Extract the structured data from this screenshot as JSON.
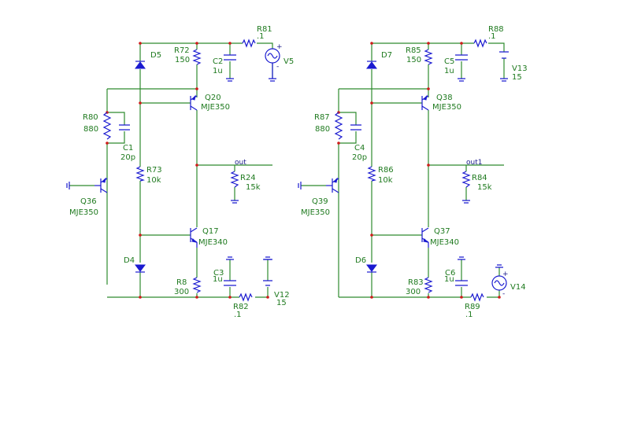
{
  "schematic": {
    "left": {
      "R81": "R81",
      "R81_val": ".1",
      "R72": "R72",
      "R72_val": "150",
      "D5": "D5",
      "C2": "C2",
      "C2_val": "1u",
      "V5": "V5",
      "Q20": "Q20",
      "Q20_val": "MJE350",
      "R80": "R80",
      "R80_val": "880",
      "C1": "C1",
      "C1_val": "20p",
      "R73": "R73",
      "R73_val": "10k",
      "out": "out",
      "R24": "R24",
      "R24_val": "15k",
      "Q36": "Q36",
      "Q36_val": "MJE350",
      "Q17": "Q17",
      "Q17_val": "MJE340",
      "D4": "D4",
      "C3": "C3",
      "C3_val": "1u",
      "R8": "R8",
      "R8_val": "300",
      "R82": "R82",
      "R82_val": ".1",
      "V12": "V12",
      "V12_val": "15"
    },
    "right": {
      "R88": "R88",
      "R88_val": ".1",
      "R85": "R85",
      "R85_val": "150",
      "D7": "D7",
      "C5": "C5",
      "C5_val": "1u",
      "V13": "V13",
      "V13_val": "15",
      "Q38": "Q38",
      "Q38_val": "MJE350",
      "R87": "R87",
      "R87_val": "880",
      "C4": "C4",
      "C4_val": "20p",
      "R86": "R86",
      "R86_val": "10k",
      "out1": "out1",
      "R84": "R84",
      "R84_val": "15k",
      "Q39": "Q39",
      "Q39_val": "MJE350",
      "Q37": "Q37",
      "Q37_val": "MJE340",
      "D6": "D6",
      "C6": "C6",
      "C6_val": "1u",
      "R83": "R83",
      "R83_val": "300",
      "R89": "R89",
      "R89_val": ".1",
      "V14": "V14"
    },
    "colors": {
      "wire": "#2e8b2e",
      "device": "#1a1ad0",
      "node": "#d01a1a",
      "label": "#1f7a1f"
    }
  }
}
